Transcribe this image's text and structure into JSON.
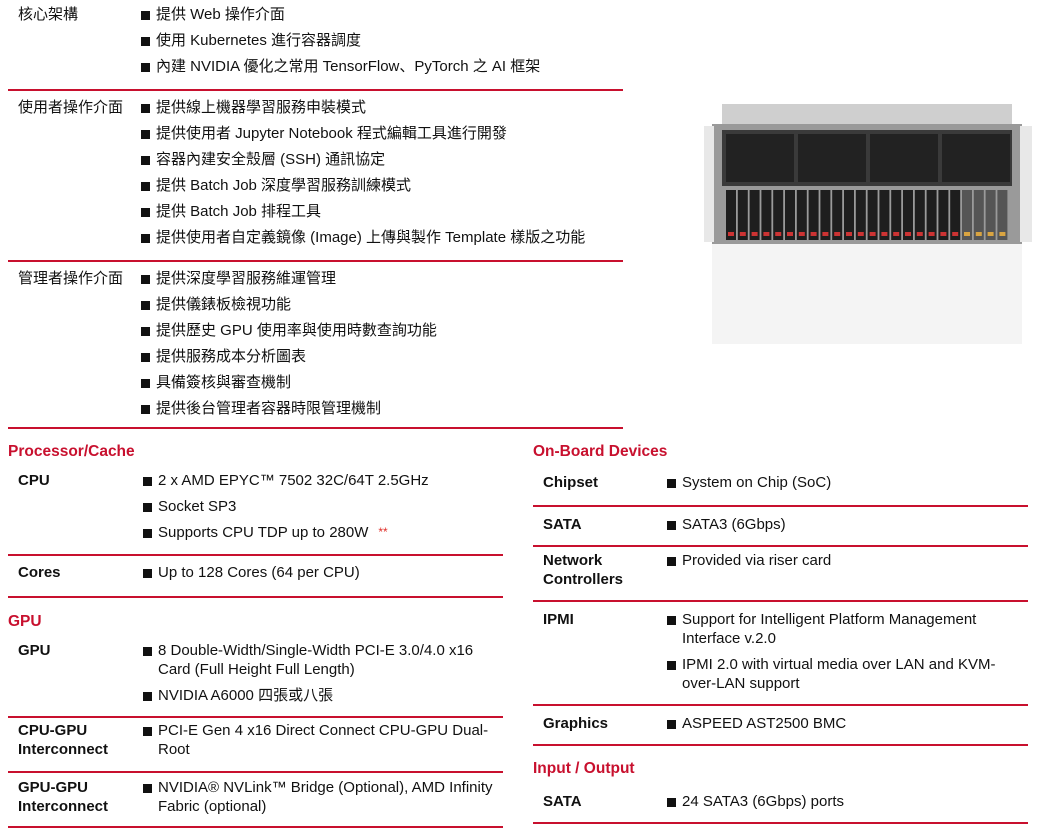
{
  "features": [
    {
      "label": "核心架構",
      "items": [
        "提供 Web 操作介面",
        "使用 Kubernetes 進行容器調度",
        "內建 NVIDIA 優化之常用 TensorFlow、PyTorch 之 AI 框架"
      ]
    },
    {
      "label": "使用者操作介面",
      "items": [
        "提供線上機器學習服務申裝模式",
        "提供使用者 Jupyter Notebook 程式編輯工具進行開發",
        "容器內建安全殼層 (SSH) 通訊協定",
        "提供 Batch Job 深度學習服務訓練模式",
        "提供 Batch Job 排程工具",
        "提供使用者自定義鏡像 (Image) 上傳與製作 Template 樣版之功能"
      ]
    },
    {
      "label": "管理者操作介面",
      "items": [
        "提供深度學習服務維運管理",
        "提供儀錶板檢視功能",
        "提供歷史 GPU 使用率與使用時數查詢功能",
        "提供服務成本分析圖表",
        "具備簽核與審查機制",
        "提供後台管理者容器時限管理機制"
      ]
    }
  ],
  "left_specs": [
    {
      "heading": "Processor/Cache",
      "rows": [
        {
          "label": "CPU",
          "items": [
            "2 x AMD EPYC™ 7502 32C/64T 2.5GHz",
            "Socket SP3",
            "Supports CPU TDP up to 280W"
          ],
          "note": "**"
        },
        {
          "label": "Cores",
          "items": [
            "Up to 128 Cores (64 per CPU)"
          ]
        }
      ]
    },
    {
      "heading": "GPU",
      "rows": [
        {
          "label": "GPU",
          "items": [
            "8 Double-Width/Single-Width PCI-E 3.0/4.0 x16 Card (Full Height Full Length)",
            "NVIDIA A6000 四張或八張"
          ]
        },
        {
          "label": "CPU-GPU Interconnect",
          "items": [
            "PCI-E Gen 4 x16 Direct Connect CPU-GPU Dual-Root"
          ]
        },
        {
          "label": "GPU-GPU Interconnect",
          "items": [
            "NVIDIA® NVLink™ Bridge (Optional), AMD Infinity Fabric (optional)"
          ]
        }
      ]
    }
  ],
  "right_specs": [
    {
      "heading": "On-Board Devices",
      "rows": [
        {
          "label": "Chipset",
          "items": [
            "System on Chip (SoC)"
          ]
        },
        {
          "label": "SATA",
          "items": [
            "SATA3 (6Gbps)"
          ]
        },
        {
          "label": "Network Controllers",
          "items": [
            "Provided via riser card"
          ]
        },
        {
          "label": "IPMI",
          "items": [
            "Support for Intelligent Platform Management Interface v.2.0",
            "IPMI 2.0 with virtual media over LAN and KVM-over-LAN support"
          ]
        },
        {
          "label": "Graphics",
          "items": [
            "ASPEED AST2500 BMC"
          ]
        }
      ]
    },
    {
      "heading": "Input / Output",
      "rows": [
        {
          "label": "SATA",
          "items": [
            "24 SATA3 (6Gbps) ports"
          ]
        }
      ]
    }
  ],
  "colors": {
    "accent": "#c8102e"
  }
}
